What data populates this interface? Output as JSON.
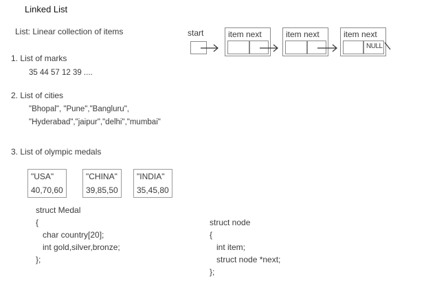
{
  "heading": "Linked List",
  "definition": "List: Linear collection of items",
  "section1": {
    "title": "1. List of marks",
    "values": "35  44  57 12  39  ...."
  },
  "section2": {
    "title": "2. List of cities",
    "line1": "\"Bhopal\", \"Pune\",\"Bangluru\",",
    "line2": "\"Hyderabad\",\"jaipur\",\"delhi\",\"mumbai\""
  },
  "section3": {
    "title": "3. List of olympic medals",
    "medals": [
      {
        "country": "\"USA\"",
        "counts": "40,70,60"
      },
      {
        "country": "\"CHINA\"",
        "counts": "39,85,50"
      },
      {
        "country": "\"INDIA\"",
        "counts": "35,45,80"
      }
    ]
  },
  "struct_medal": {
    "line1": "struct Medal",
    "line2": "{",
    "line3": "char country[20];",
    "line4": "int gold,silver,bronze;",
    "line5": "};"
  },
  "struct_node": {
    "line1": "struct node",
    "line2": "{",
    "line3": "int item;",
    "line4": "struct node *next;",
    "line5": "};"
  },
  "diagram": {
    "start_label": "start",
    "node_label": "item next",
    "null_label": "NULL"
  }
}
